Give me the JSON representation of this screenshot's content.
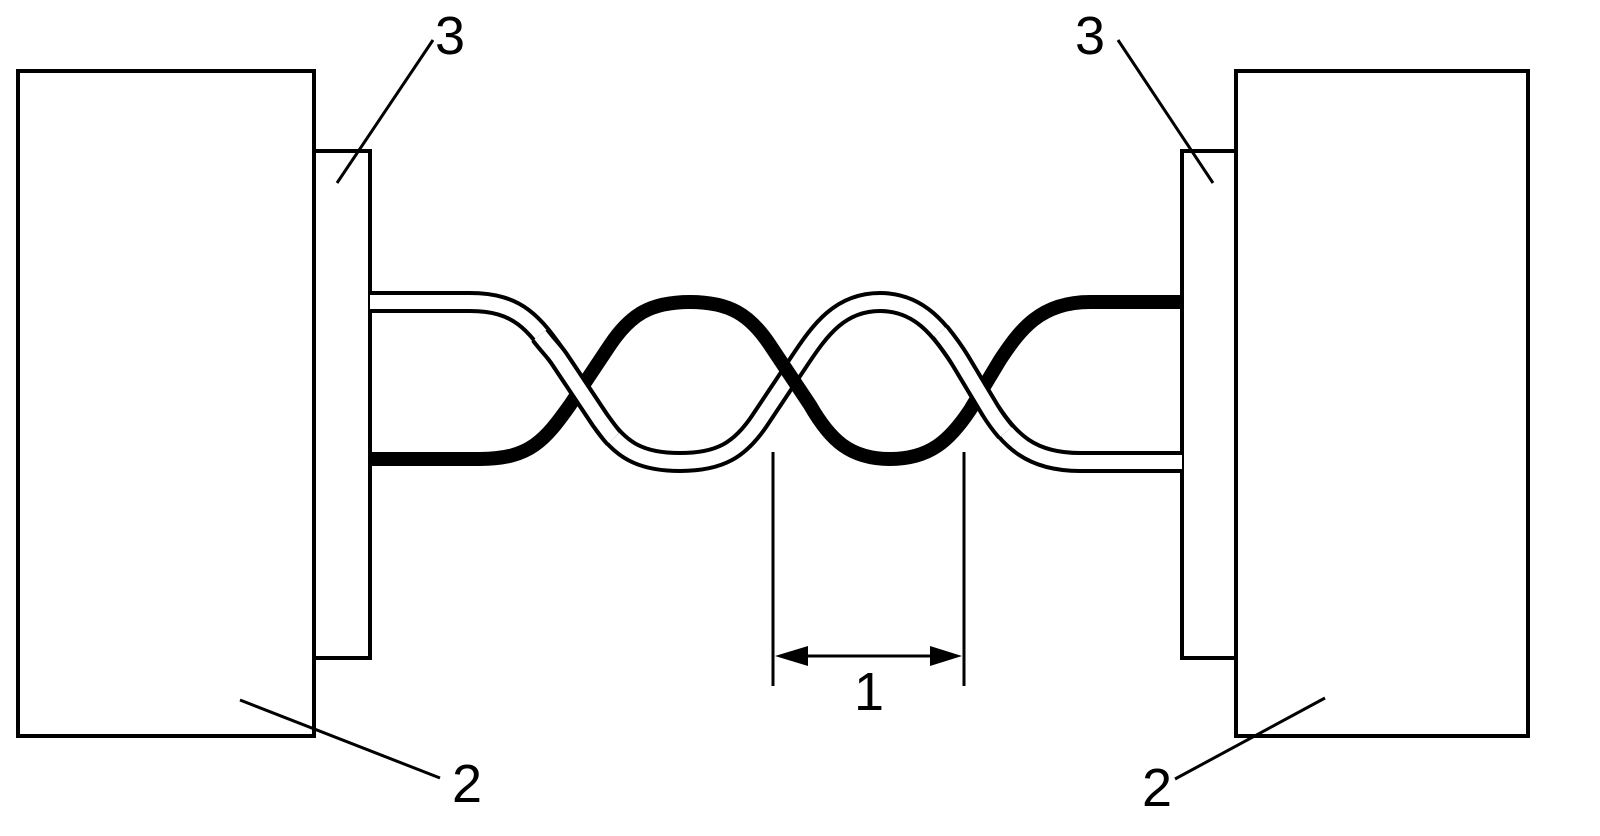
{
  "callouts": {
    "twist_pitch": "1",
    "module_left": "2",
    "module_right": "2",
    "terminal_left": "3",
    "terminal_right": "3"
  },
  "colors": {
    "line": "#000000",
    "background": "#ffffff"
  }
}
